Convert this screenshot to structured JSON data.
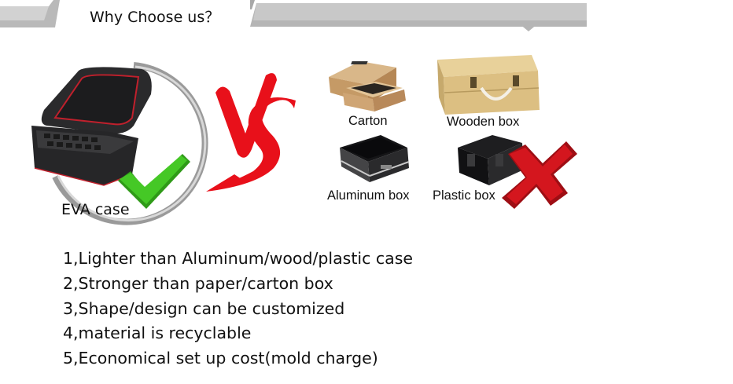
{
  "header": {
    "title": "Why Choose us？"
  },
  "comparison": {
    "winner": {
      "label": "EVA case",
      "mark": "check-mark-icon"
    },
    "vs_text": "VS",
    "alternatives": [
      {
        "label": "Carton"
      },
      {
        "label": "Wooden box"
      },
      {
        "label": "Aluminum box"
      },
      {
        "label": "Plastic box"
      }
    ],
    "reject_mark": "cross-mark-icon"
  },
  "benefits": [
    "1,Lighter than Aluminum/wood/plastic case",
    "2,Stronger than paper/carton box",
    "3,Shape/design can be customized",
    "4,material is recyclable",
    "5,Economical set up cost(mold charge)"
  ],
  "colors": {
    "header_band": "#b8b8b8",
    "vs_red": "#e8101a",
    "check_green": "#3dbb1e",
    "cross_red": "#c8141c"
  }
}
